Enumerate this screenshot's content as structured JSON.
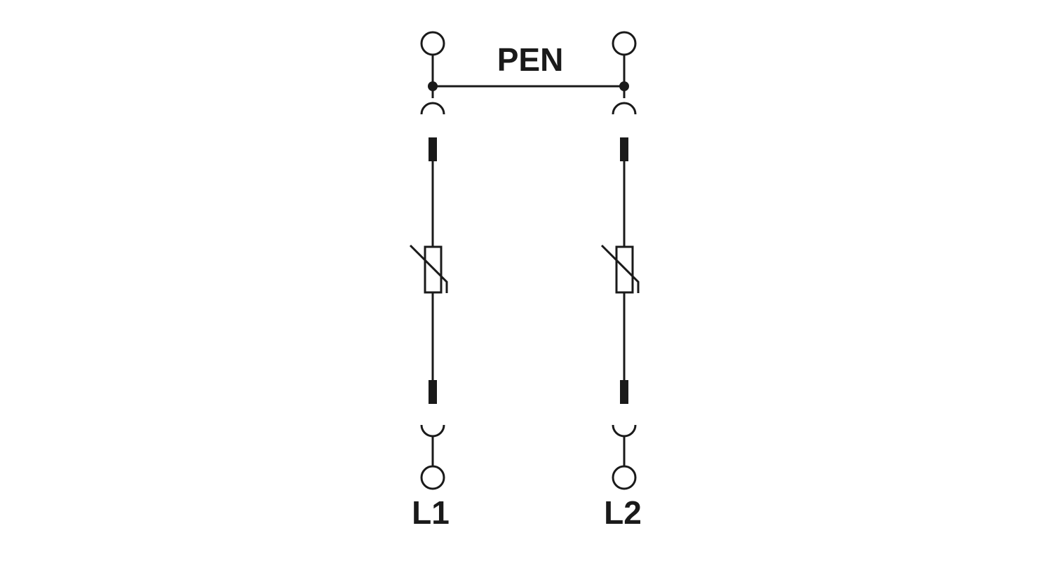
{
  "labels": {
    "pen": "PEN",
    "l1": "L1",
    "l2": "L2"
  },
  "colors": {
    "line": "#1a1a1a",
    "background": "#ffffff"
  }
}
